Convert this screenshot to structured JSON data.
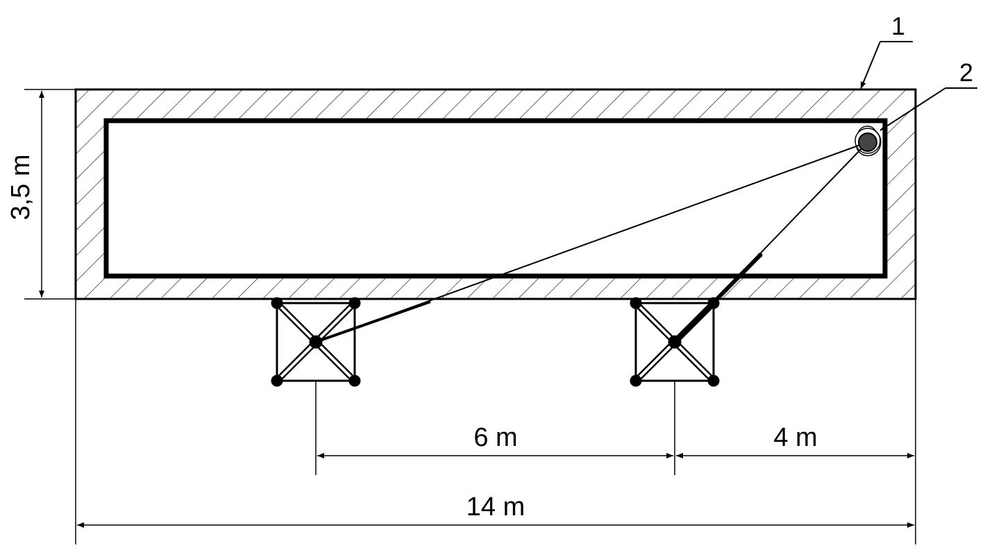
{
  "dimensions": {
    "height": "3,5 m",
    "span_middle": "6 m",
    "span_right": "4 m",
    "total_length": "14 m"
  },
  "callouts": {
    "wall": "1",
    "anchor": "2"
  },
  "colors": {
    "line": "#000000",
    "background": "#ffffff"
  }
}
